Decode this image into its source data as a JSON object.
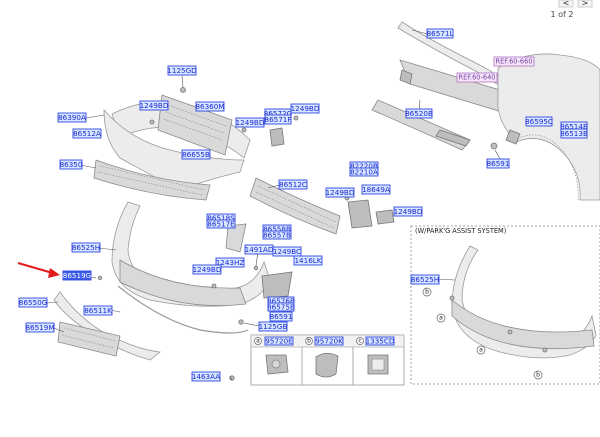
{
  "pager": {
    "indicator": "1 of 2",
    "prev": "<",
    "next": ">"
  },
  "inset": {
    "title": "(W/PARK'G ASSIST SYSTEM)"
  },
  "callouts": {
    "a": "a",
    "b": "b",
    "c": "c"
  },
  "ref_labels": [
    "REF.60-660",
    "REF.60-640"
  ],
  "selected_part": "86519G",
  "part_labels": [
    "86571L",
    "86520B",
    "86595C",
    "86514B",
    "86513B",
    "86591",
    "1125GD",
    "86390A",
    "1249BD",
    "86360M",
    "86572G",
    "86571F",
    "1249BD",
    "1249BD",
    "86512A",
    "86655B",
    "86350",
    "86512C",
    "82220B",
    "82210A",
    "1249BD",
    "18649A",
    "1249BD",
    "86518S",
    "86517E",
    "86558B",
    "86557B",
    "86525H",
    "1491AD",
    "1249BC",
    "1416LK",
    "1243HZ",
    "1249BD",
    "86519G",
    "86550G",
    "86511K",
    "86576B",
    "86575B",
    "86591",
    "1125GB",
    "86519M",
    "1463AA",
    "86525H",
    "95720E",
    "95720K",
    "1335CD"
  ]
}
